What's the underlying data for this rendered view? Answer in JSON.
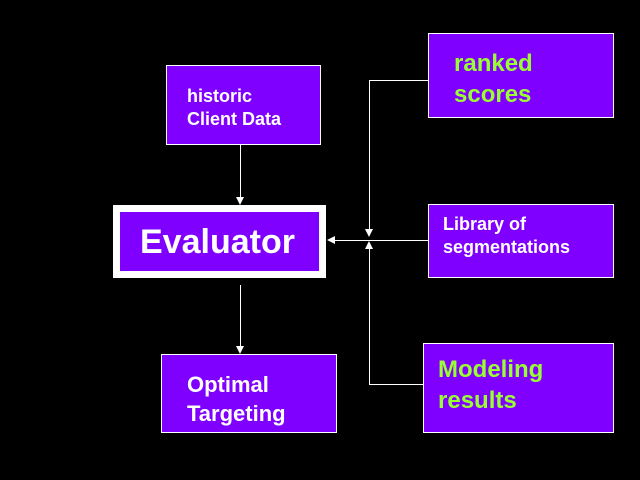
{
  "diagram": {
    "colors": {
      "background": "#000000",
      "box_fill": "#8000ff",
      "text_white": "#ffffff",
      "text_green": "#99ff33",
      "connector": "#ffffff"
    },
    "nodes": {
      "historic_data": {
        "line1": "historic",
        "line2": "Client Data"
      },
      "evaluator": {
        "label": "Evaluator"
      },
      "optimal_targeting": {
        "line1": "Optimal",
        "line2": "Targeting"
      },
      "ranked_scores": {
        "line1": "ranked",
        "line2": "scores"
      },
      "library_segmentations": {
        "line1": "Library of",
        "line2": "segmentations"
      },
      "modeling_results": {
        "line1": "Modeling",
        "line2": "results"
      }
    },
    "edges": [
      {
        "from": "historic_data",
        "to": "evaluator"
      },
      {
        "from": "evaluator",
        "to": "optimal_targeting"
      },
      {
        "from": "ranked_scores",
        "to": "evaluator"
      },
      {
        "from": "library_segmentations",
        "to": "evaluator"
      },
      {
        "from": "modeling_results",
        "to": "evaluator"
      }
    ]
  }
}
